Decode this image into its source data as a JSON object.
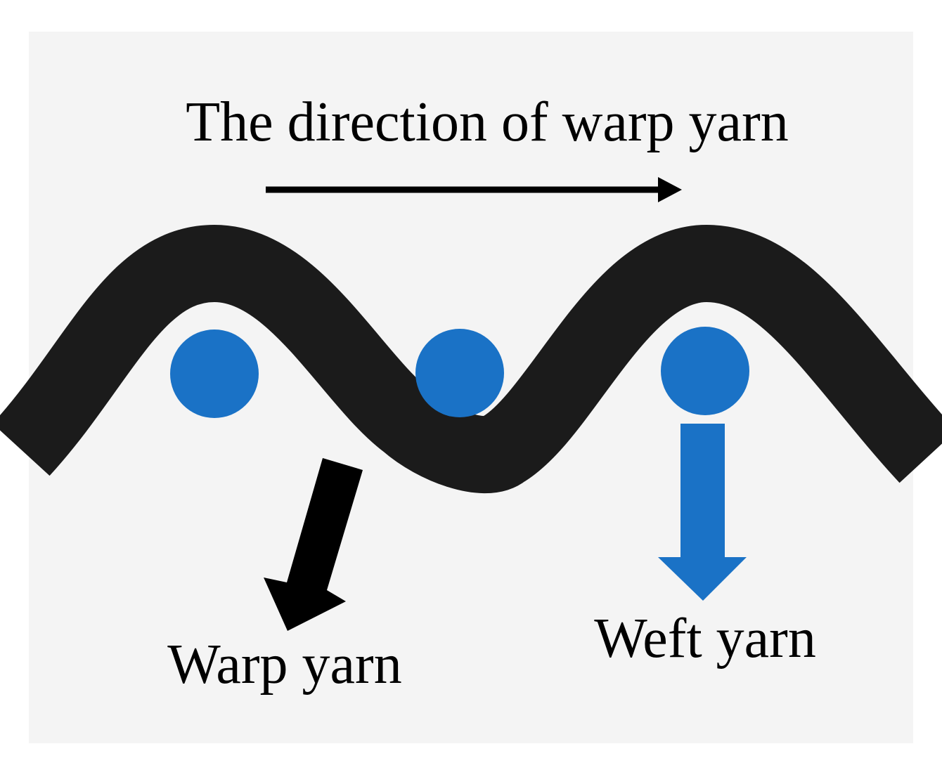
{
  "diagram": {
    "title": "The direction of warp yarn",
    "warp_label": "Warp yarn",
    "weft_label": "Weft yarn"
  },
  "colors": {
    "panel_background": "#f4f4f4",
    "warp_yarn": "#1b1b1b",
    "weft_yarn": "#1a72c6",
    "arrow_black": "#000000",
    "text": "#000000"
  }
}
